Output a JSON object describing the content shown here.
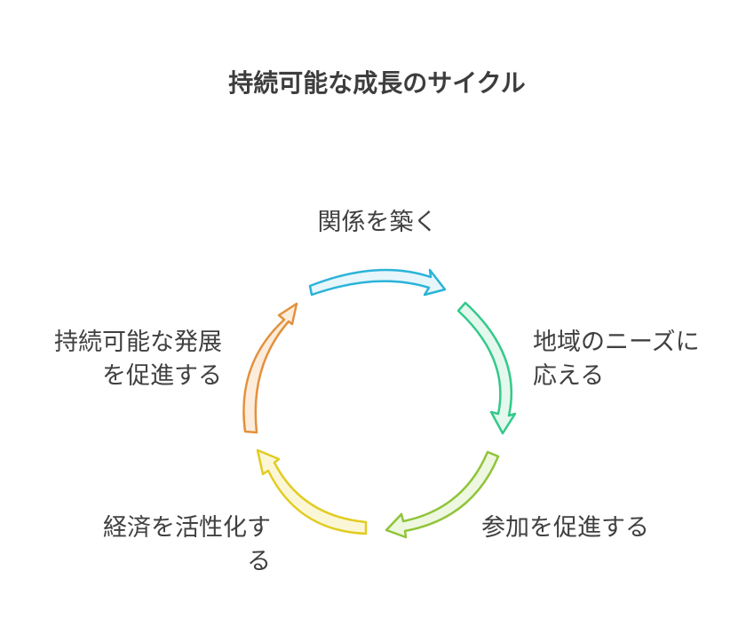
{
  "title": "持続可能な成長のサイクル",
  "steps": [
    {
      "label_lines": [
        "関係を築く"
      ],
      "color": "#2bb3d9",
      "fill": "#e6f6fb",
      "icon": "arrow-icon"
    },
    {
      "label_lines": [
        "地域のニーズに",
        "応える"
      ],
      "color": "#33c98a",
      "fill": "#e4f8ee",
      "icon": "arrow-icon"
    },
    {
      "label_lines": [
        "参加を促進する"
      ],
      "color": "#8fc43a",
      "fill": "#eef7df",
      "icon": "arrow-icon"
    },
    {
      "label_lines": [
        "経済を活性化す",
        "る"
      ],
      "color": "#e2cc22",
      "fill": "#fbf7d6",
      "icon": "arrow-icon"
    },
    {
      "label_lines": [
        "持続可能な発展",
        "を促進する"
      ],
      "color": "#e3913c",
      "fill": "#fcecdc",
      "icon": "arrow-icon"
    }
  ]
}
